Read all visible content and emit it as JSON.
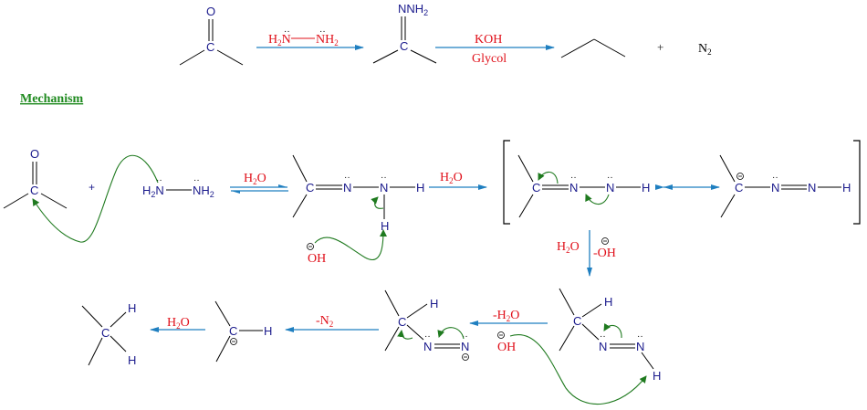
{
  "overall_reaction": {
    "reactant_atoms": {
      "o": "O",
      "c": "C"
    },
    "reagent_hydrazine": {
      "left": "H",
      "left_sub": "2",
      "left_n": "N",
      "right_n": "N",
      "right_h": "H",
      "right_sub": "2"
    },
    "hydrazone": {
      "n": "NNH",
      "n_sub": "2",
      "c": "C"
    },
    "conditions_top": "KOH",
    "conditions_bottom": "Glycol",
    "plus": "+",
    "byproduct": {
      "n": "N",
      "sub": "2"
    }
  },
  "mechanism_title": "Mechanism",
  "mechanism": {
    "step1": {
      "ketone": {
        "o": "O",
        "c": "C"
      },
      "plus": "+",
      "hydrazine": {
        "h": "H",
        "h_sub": "2",
        "n1": "N",
        "n2": "N",
        "h2": "H",
        "h2_sub": "2"
      },
      "reagent": {
        "h": "H",
        "sub": "2",
        "o": "O"
      }
    },
    "step2": {
      "atoms": {
        "c": "C",
        "n1": "N",
        "n2": "N",
        "h1": "H",
        "h2": "H"
      },
      "base": {
        "charge": "−",
        "label": "OH"
      },
      "reagent": {
        "h": "H",
        "sub": "2",
        "o": "O"
      }
    },
    "resonance": {
      "form1": {
        "c": "C",
        "n1": "N",
        "n2": "N",
        "h": "H"
      },
      "form2": {
        "c": "C",
        "charge": "−",
        "n1": "N",
        "n2": "N",
        "h": "H"
      }
    },
    "step3": {
      "reagent_left": {
        "h": "H",
        "sub": "2",
        "o": "O"
      },
      "reagent_right": {
        "minus": "-",
        "charge": "−",
        "oh": "OH"
      },
      "atoms": {
        "c": "C",
        "h": "H",
        "n1": "N",
        "n2": "N",
        "h2": "H"
      }
    },
    "step4": {
      "reagent": {
        "minus": "-",
        "h": "H",
        "sub": "2",
        "o": "O"
      },
      "base": {
        "charge": "−",
        "label": "OH"
      },
      "atoms": {
        "c": "C",
        "h": "H",
        "n1": "N",
        "n2": "N",
        "charge": "−"
      }
    },
    "step5": {
      "reagent": {
        "minus": "-",
        "n": "N",
        "sub": "2"
      },
      "carbanion": {
        "c": "C",
        "h": "H",
        "charge": "−"
      }
    },
    "step6": {
      "reagent": {
        "h": "H",
        "sub": "2",
        "o": "O"
      },
      "product": {
        "c": "C",
        "h1": "H",
        "h2": "H"
      }
    }
  }
}
